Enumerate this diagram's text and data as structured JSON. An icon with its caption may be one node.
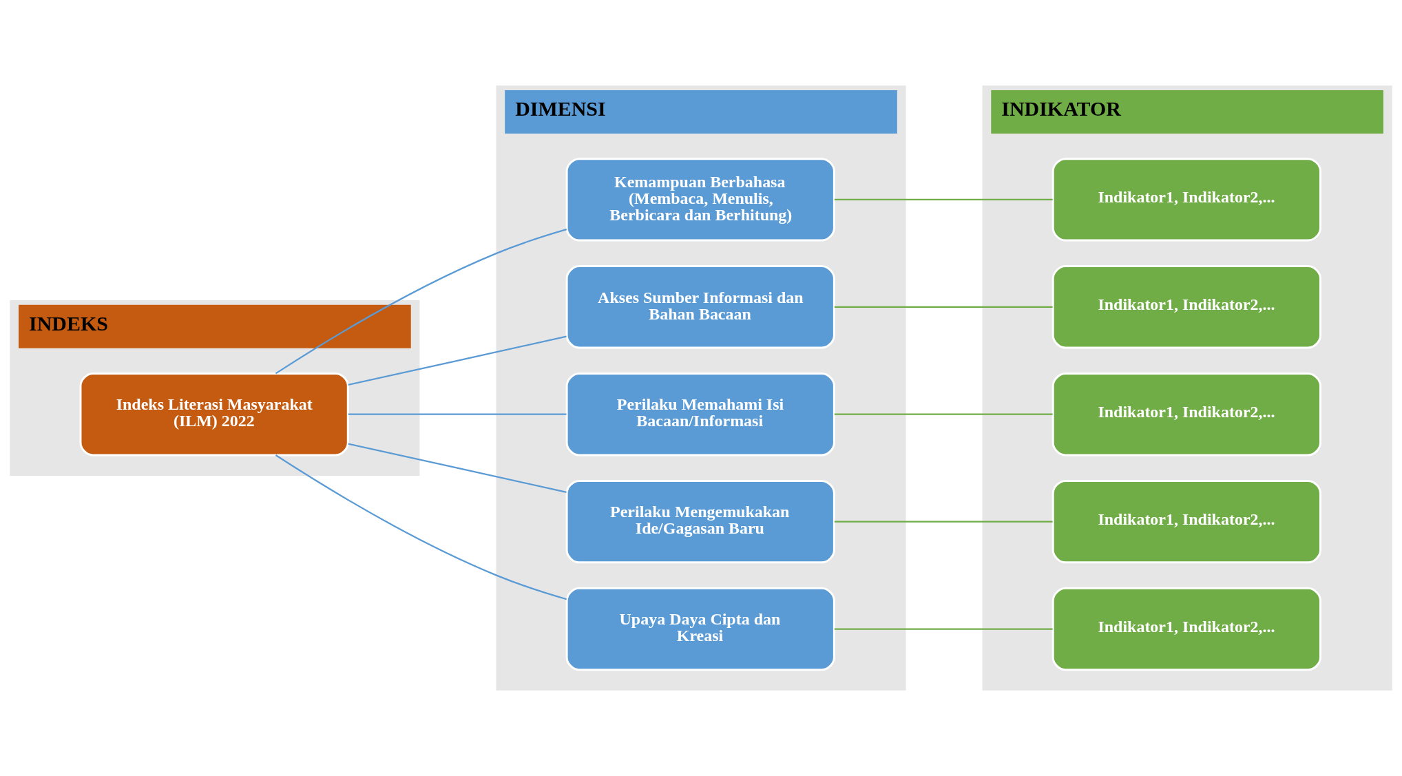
{
  "diagram": {
    "nodes": [
      {
        "text": [
          "INDEKS"
        ]
      },
      {
        "text": [
          "Indeks Literasi Masyarakat (ILM) 2022"
        ],
        "in": 0
      },
      {
        "text": [
          "DIMENSI"
        ]
      },
      {
        "text": [
          "Kemampuan Berbahasa (Membaca, Menulis, Berbicara dan Berhitung)"
        ],
        "in": 2
      },
      {
        "text": [
          "Akses Sumber Informasi dan Bahan Bacaan"
        ],
        "in": 2
      },
      {
        "text": [
          "Perilaku Memahami Isi Bacaan/Informasi"
        ],
        "in": 2
      },
      {
        "text": [
          "Perilaku Mengemukakan Ide/Gagasan Baru"
        ],
        "in": 2
      },
      {
        "text": [
          "Upaya Daya Cipta dan Kreasi"
        ],
        "in": 2
      },
      {
        "text": [
          "INDIKATOR"
        ]
      },
      {
        "text": [
          "Indikator1, Indikator2,..."
        ],
        "in": 8
      },
      {
        "text": [
          "Indikator1, Indikator2,..."
        ],
        "in": 8
      },
      {
        "text": [
          "Indikator1, Indikator2,..."
        ],
        "in": 8
      },
      {
        "text": [
          "Indikator1, Indikator2,..."
        ],
        "in": 8
      },
      {
        "text": [
          "Indikator1, Indikator2,..."
        ],
        "in": 8
      }
    ],
    "edges": [
      {
        "from": 1,
        "to": 3,
        "arrow": "none"
      },
      {
        "from": 1,
        "to": 4,
        "arrow": "none"
      },
      {
        "from": 1,
        "to": 5,
        "arrow": "none"
      },
      {
        "from": 1,
        "to": 6,
        "arrow": "none"
      },
      {
        "from": 1,
        "to": 7,
        "arrow": "none"
      },
      {
        "from": 3,
        "to": 9,
        "arrow": "none",
        "color": "#70ad47"
      },
      {
        "from": 4,
        "to": 10,
        "arrow": "none",
        "color": "#70ad47"
      },
      {
        "from": 5,
        "to": 11,
        "arrow": "none",
        "color": "#70ad47"
      },
      {
        "from": 6,
        "to": 12,
        "arrow": "none",
        "color": "#70ad47"
      },
      {
        "from": 7,
        "to": 13,
        "arrow": "none",
        "color": "#70ad47"
      }
    ]
  }
}
